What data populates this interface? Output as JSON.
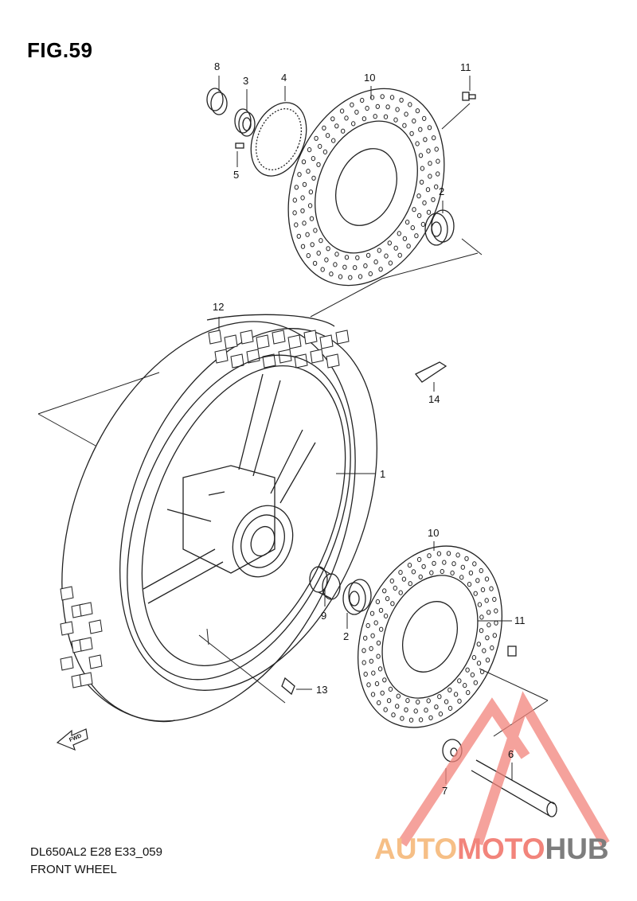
{
  "figure": {
    "title": "FIG.59",
    "model_code": "DL650AL2 E28 E33_059",
    "caption": "FRONT WHEEL"
  },
  "callouts": [
    {
      "id": "c8",
      "label": "8"
    },
    {
      "id": "c3",
      "label": "3"
    },
    {
      "id": "c4",
      "label": "4"
    },
    {
      "id": "c10a",
      "label": "10"
    },
    {
      "id": "c11a",
      "label": "11"
    },
    {
      "id": "c5",
      "label": "5"
    },
    {
      "id": "c2a",
      "label": "2"
    },
    {
      "id": "c12",
      "label": "12"
    },
    {
      "id": "c14",
      "label": "14"
    },
    {
      "id": "c1",
      "label": "1"
    },
    {
      "id": "c10b",
      "label": "10"
    },
    {
      "id": "c9",
      "label": "9"
    },
    {
      "id": "c2b",
      "label": "2"
    },
    {
      "id": "c11b",
      "label": "11"
    },
    {
      "id": "c13",
      "label": "13"
    },
    {
      "id": "c6",
      "label": "6"
    },
    {
      "id": "c7",
      "label": "7"
    }
  ],
  "fwd_arrow": "FWD",
  "watermark": {
    "part1": "AUTO",
    "part2": "MOTO",
    "part3": "HUB",
    "colors": {
      "part1": "#f6bf86",
      "part2": "#f2847b",
      "part3": "#7d7d7d",
      "triangle": "#f2847b"
    }
  }
}
